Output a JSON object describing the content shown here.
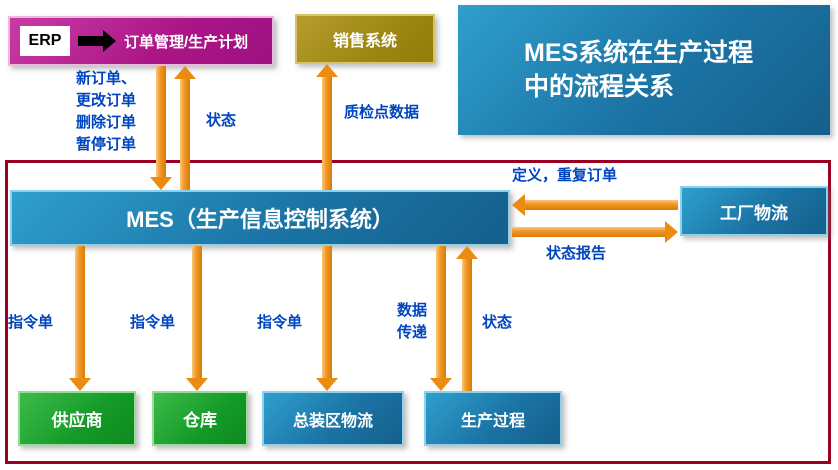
{
  "header": {
    "erp": {
      "chip": "ERP",
      "text": "订单管理/生产计划"
    },
    "sales_system": "销售系统",
    "title": "MES系统在生产过程\n中的流程关系"
  },
  "mes": {
    "label": "MES（生产信息控制系统）"
  },
  "factory": {
    "label": "工厂物流"
  },
  "bottom": {
    "supplier": "供应商",
    "warehouse": "仓库",
    "assembly": "总装区物流",
    "production": "生产过程"
  },
  "flow_labels": {
    "order_ops": "新订单、\n更改订单\n删除订单\n暂停订单",
    "status_up": "状态",
    "qc_data": "质检点数据",
    "define_repeat": "定义，重复订单",
    "status_report": "状态报告",
    "instruction_1": "指令单",
    "instruction_2": "指令单",
    "instruction_3": "指令单",
    "data_transfer": "数据\n传递",
    "status_right": "状态"
  },
  "colors": {
    "blue_box": "#1b74a5",
    "green_box": "#149a28",
    "magenta_box": "#ab1587",
    "gold_box": "#9d8712",
    "arrow_orange": "#eb8c10",
    "label_blue": "#0045c0",
    "frame_red": "#9b0023"
  }
}
